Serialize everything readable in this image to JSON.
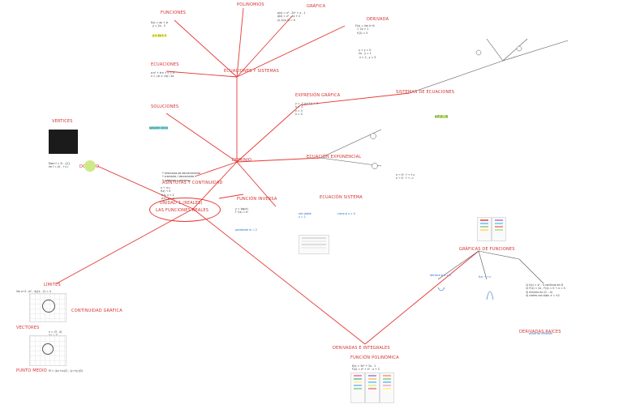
{
  "center": {
    "lines": [
      "UNIDAD 1 (REALES)",
      "LAS FUNCIONES REALES"
    ]
  },
  "hubs": {
    "top": "ECUACIONES Y SISTEMAS",
    "mid": "DOMINIO",
    "right": "SISTEMAS DE ECUACIONES",
    "bottom": "DERIVADAS E INTEGRALES"
  },
  "topics": {
    "t1": "FUNCIONES",
    "t2": "POLINOMIOS",
    "t3": "GRÁFICA",
    "t4": "DERIVADA",
    "t5": "ECUACIONES",
    "t6": "SOLUCIONES",
    "t7": "EXPRESIÓN GRÁFICA",
    "t8": "ECUACIÓN EXPONENCIAL",
    "t9": "VERTICES",
    "t10": "DOMINIO",
    "t11": "ASÍNTOTAS Y CONTINUIDAD",
    "t12": "FUNCIÓN INVERSA",
    "t13": "ECUACIÓN SISTEMA",
    "t14": "LÍMITES",
    "t15": "VECTORES",
    "t16": "PUNTO MEDIO",
    "t17": "GRÁFICAS DE FUNCIONES",
    "t18": "CONTINUIDAD GRÁFICA",
    "t19": "DERIVADAS RAÍCES",
    "t20": "FUNCIÓN POLINÓMICA"
  },
  "notes": {
    "n1": "f(x) = ax + b\n  y = 2x - 3",
    "n2": "a·x² + b·x + c = 0\nx = (-b ± √Δ) / 2a",
    "n3": "p(x) = x³ - 2x² + x - 1\nq(x) = x² - 3x + 2\n(x-1)(x-2) = 0",
    "n4": "f'(x) = lim h→0\n  = 2x + 1\n  f'(2) = 5",
    "n5": "x + y = 5\n2x - y = 1\n x = 2 , y = 3",
    "n6": "y = -2 (x+1)² + 3\nx = -1\ny = 3\nx = 0",
    "n7": "Dom f = ℝ - {2}\nIm f = (0 , +∞)",
    "n8": "* intervalos de decrecimiento\n* creciente / decreciente\n* máximos y mínimos",
    "n9": "x → ±∞\nf(x) → 0\n A.V. x = 2\n A.H. y = 1",
    "n10": "y = log(x)\nf⁻¹(x) = eˣ",
    "n11": "lim x→2  (x² - 4)/(x - 2) = 4",
    "n12": "v = (3 , 4)\n|v| = 5",
    "n13": "M = ((x₁+x₂)/2 , (y₁+y₂)/2)",
    "n14": "x → 0⁺  f → +∞\nx → 0⁻  f → -∞",
    "n15": "1) f(x) = x² - 4 continua en ℝ\n2) f'(x) = 2x , f'(x) = 0 → x = 0\n3) mínimo en (0 , -4)\n4) cortes con ejes: x = ±2",
    "n16": "f(x) = 3x² + 2x - 1\nF(x) = x³ + x² - x + C"
  },
  "blue_notes": {
    "b1": "raíz doble\nx = 2",
    "b2": "crece si x > 0",
    "b3": "decrece si x < 0",
    "b4": "f(x) → +∞",
    "b5": "punto de inflexión",
    "b6": "pendiente m = 2"
  },
  "highlights": {
    "h1": "y = 2x + 1",
    "h2": "solución única",
    "h3": "x ∈ (1 , 3)"
  },
  "colors": {
    "accent": "#e53935",
    "ink": "#333333",
    "blue": "#1e63c6",
    "yellow": "#f4f27a",
    "green": "#bfe97a"
  }
}
